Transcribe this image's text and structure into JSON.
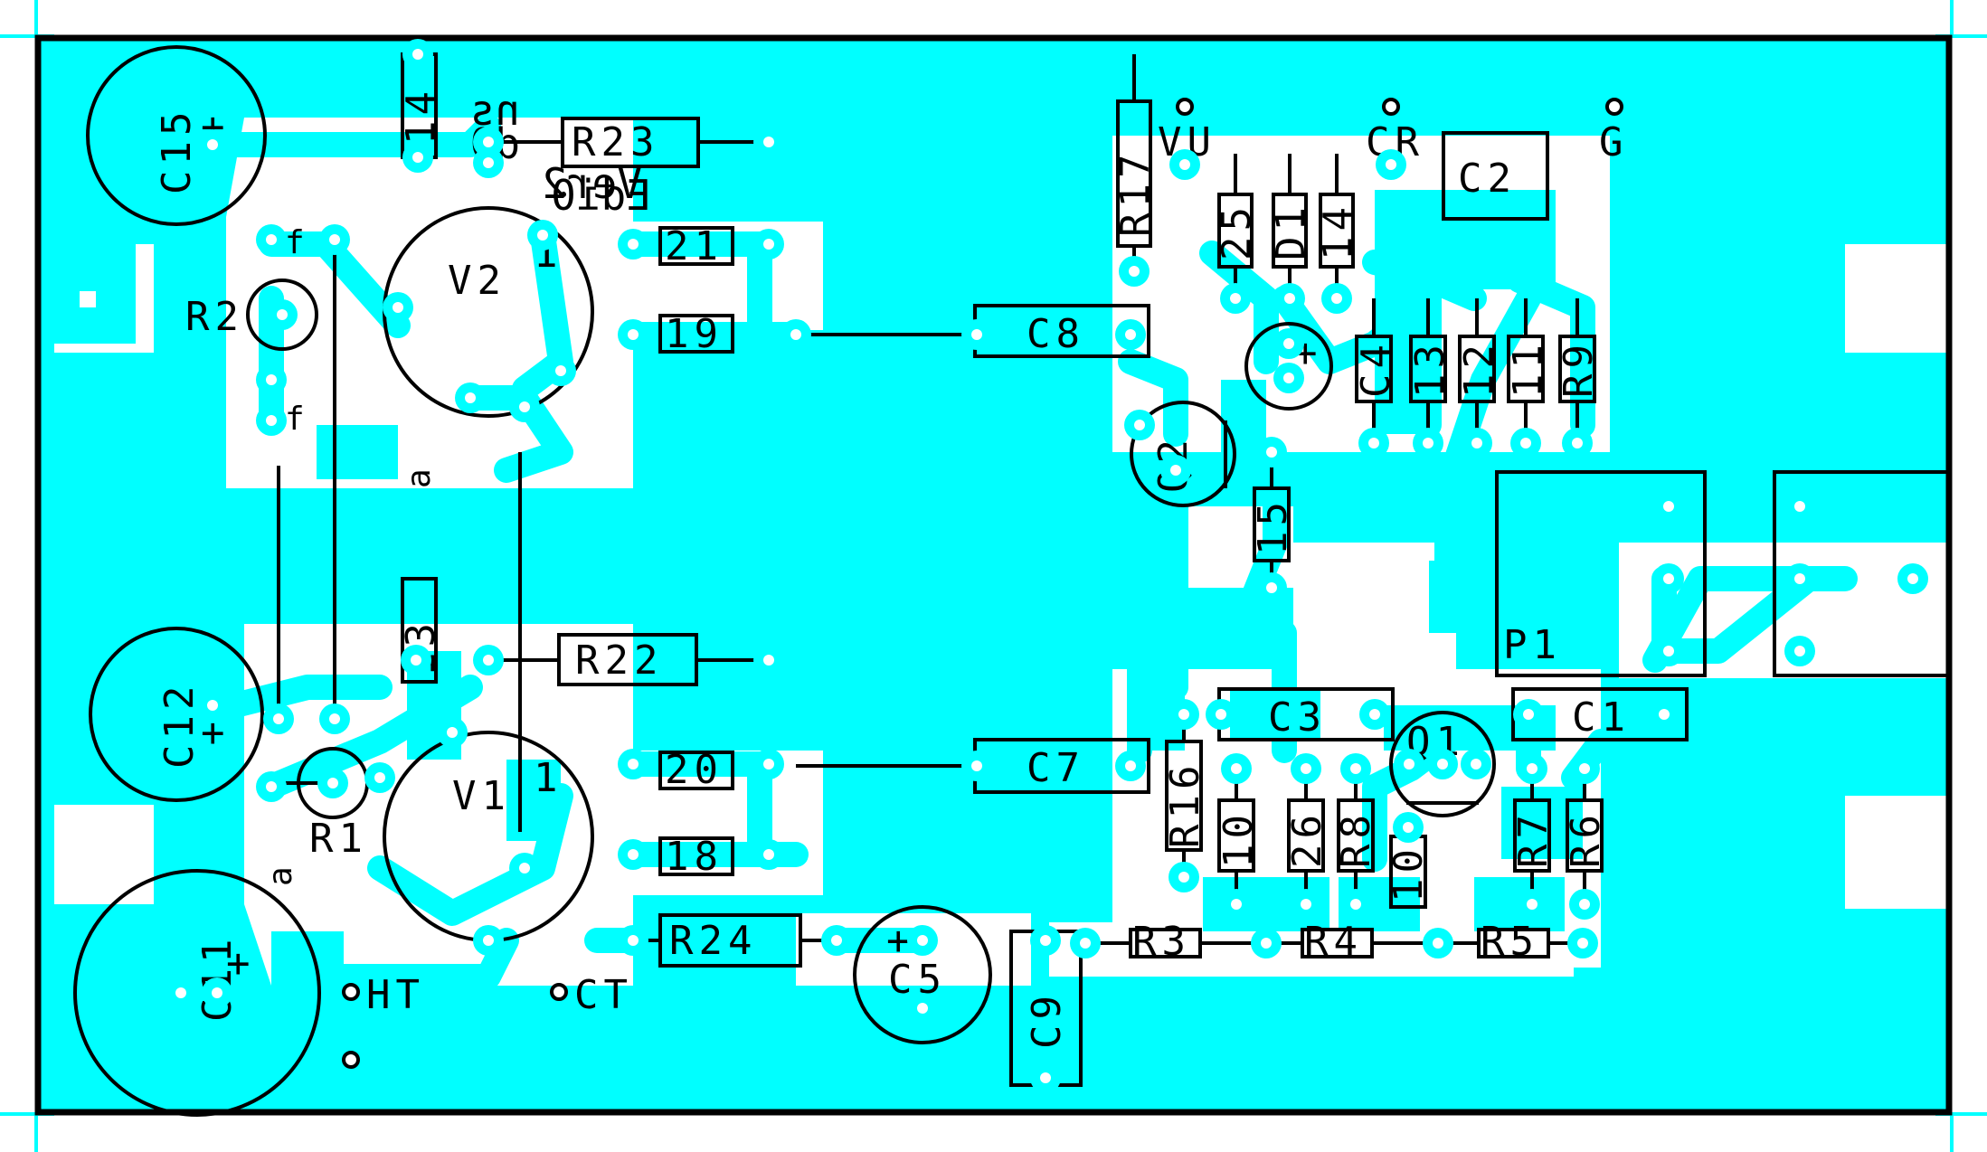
{
  "board": {
    "colors": {
      "copper": "#00ffff",
      "silk": "#000000",
      "background": "#ffffff",
      "pad_hole": "#ffffff"
    }
  },
  "components": {
    "C15": "C15",
    "C12": "C12",
    "C11": "C11",
    "C5": "C5",
    "C9": "C9",
    "C8": "C8",
    "C7": "C7",
    "C3": "C3",
    "C1": "C1",
    "C2": "C2",
    "C4": "C4",
    "V1": "V1",
    "V2": "V2",
    "Q1": "Q1",
    "Q2": "Q2",
    "P1": "P1",
    "R1": "R1",
    "R2": "R2",
    "R3": "R3",
    "R4": "R4",
    "R5": "R5",
    "R6": "R6",
    "R7": "R7",
    "R8": "R8",
    "R9": "R9",
    "R16": "R16",
    "R17": "R17",
    "R22": "R22",
    "R23": "R23",
    "R24": "R24",
    "n10a": "10",
    "n10b": "10",
    "n11": "11",
    "n12": "12",
    "n13a": "13",
    "n13b": "13",
    "n14a": "14",
    "n14b": "14",
    "n15": "15",
    "n18": "18",
    "n19": "19",
    "n20": "20",
    "n21": "21",
    "n25": "25",
    "n26": "26",
    "D1": "D1"
  },
  "terminals": {
    "vu": "VU",
    "cr": "CR",
    "g": "G",
    "ht": "HT",
    "ct": "CT"
  },
  "markings": {
    "plus": "+",
    "pin1": "1",
    "f1": "f",
    "f2": "f",
    "a1": "a",
    "a2": "a",
    "mirror_line1": "Edi0",
    "mirror_line2": "Ver2",
    "mirror_line3": "d9",
    "mirror_line4": "ns"
  }
}
